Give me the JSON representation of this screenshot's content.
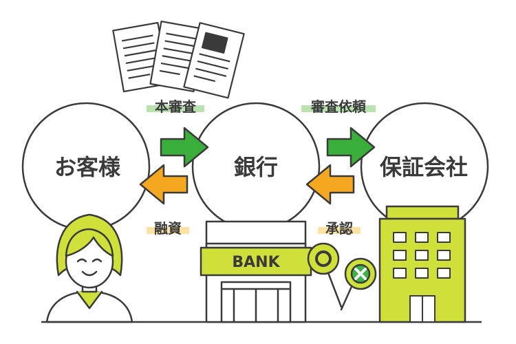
{
  "nodes": {
    "customer": "お客様",
    "bank": "銀行",
    "guarantor": "保証会社"
  },
  "edges": {
    "screening": "本審査",
    "financing": "融資",
    "screening_request": "審査依頼",
    "approval": "承認"
  },
  "building": {
    "sign": "BANK"
  },
  "colors": {
    "accent_green": "#cfe03a",
    "arrow_green": "#3aae3a",
    "arrow_orange": "#f5a71f",
    "label_green_bg": "#b9e2b0",
    "label_orange_bg": "#fbe3a6",
    "outline": "#3a3a3a",
    "check_green": "#3fb24a"
  }
}
